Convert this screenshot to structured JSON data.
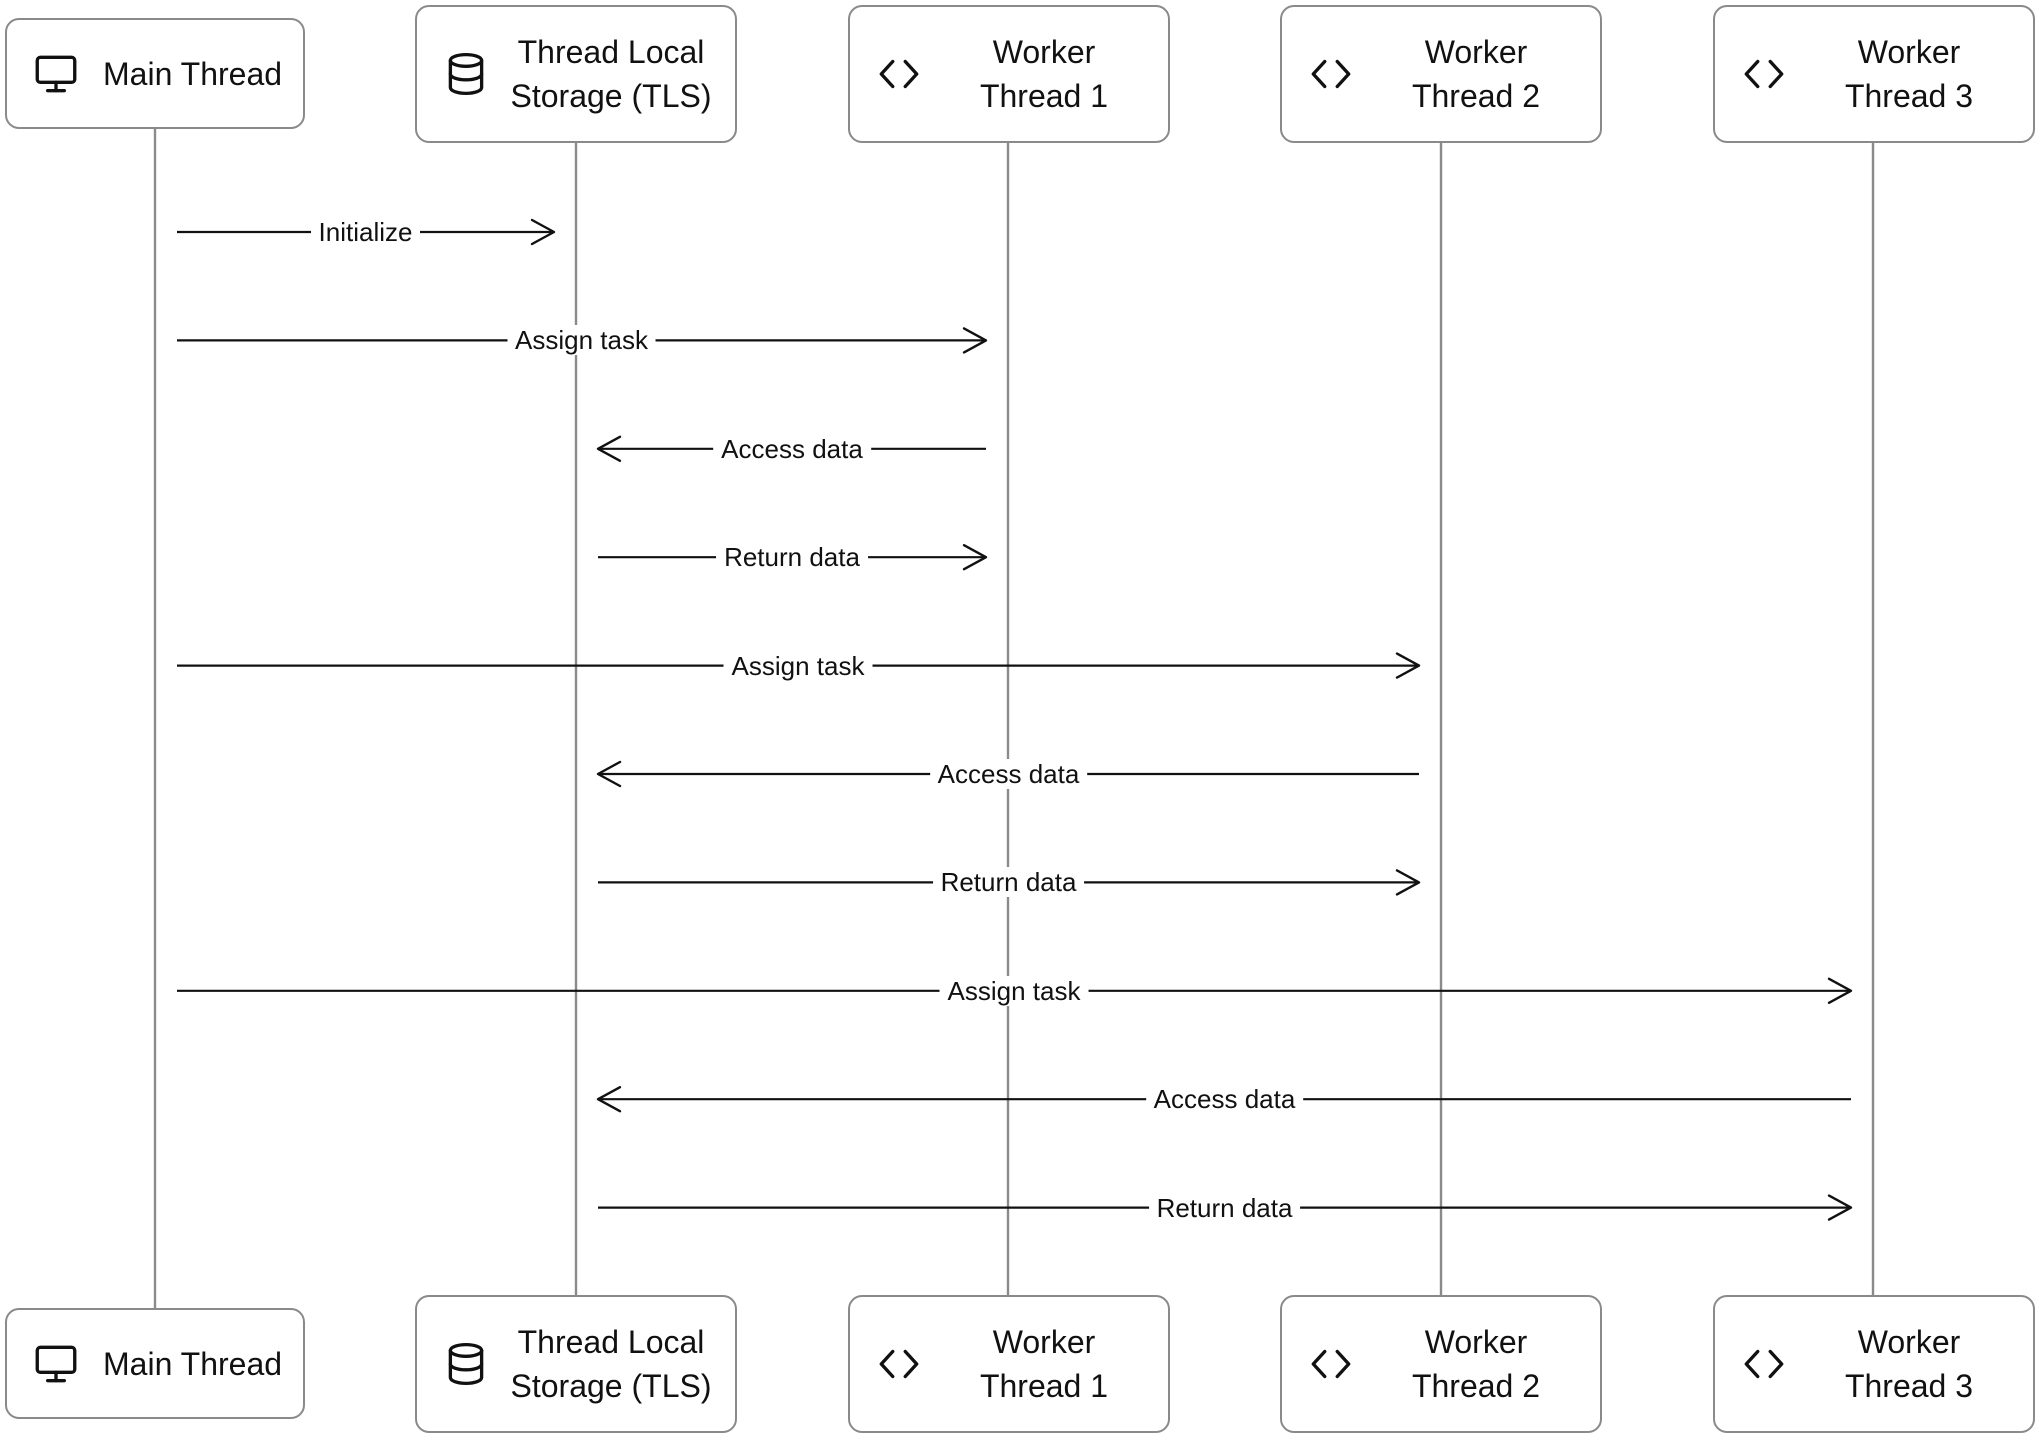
{
  "participants": [
    {
      "id": "main",
      "icon": "monitor-icon",
      "label_lines": [
        "Main Thread"
      ]
    },
    {
      "id": "tls",
      "icon": "database-icon",
      "label_lines": [
        "Thread Local",
        "Storage (TLS)"
      ]
    },
    {
      "id": "w1",
      "icon": "code-icon",
      "label_lines": [
        "Worker",
        "Thread 1"
      ]
    },
    {
      "id": "w2",
      "icon": "code-icon",
      "label_lines": [
        "Worker",
        "Thread 2"
      ]
    },
    {
      "id": "w3",
      "icon": "code-icon",
      "label_lines": [
        "Worker",
        "Thread 3"
      ]
    }
  ],
  "messages": [
    {
      "from": "main",
      "to": "tls",
      "label": "Initialize"
    },
    {
      "from": "main",
      "to": "w1",
      "label": "Assign task"
    },
    {
      "from": "w1",
      "to": "tls",
      "label": "Access data"
    },
    {
      "from": "tls",
      "to": "w1",
      "label": "Return data"
    },
    {
      "from": "main",
      "to": "w2",
      "label": "Assign task"
    },
    {
      "from": "w2",
      "to": "tls",
      "label": "Access data"
    },
    {
      "from": "tls",
      "to": "w2",
      "label": "Return data"
    },
    {
      "from": "main",
      "to": "w3",
      "label": "Assign task"
    },
    {
      "from": "w3",
      "to": "tls",
      "label": "Access data"
    },
    {
      "from": "tls",
      "to": "w3",
      "label": "Return data"
    }
  ],
  "colors": {
    "lifeline": "#8a8a8a",
    "arrow": "#111111",
    "box_border": "#8a8a8a"
  }
}
